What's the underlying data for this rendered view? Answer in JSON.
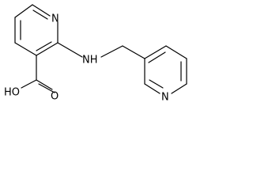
{
  "molecule": {
    "atoms": {
      "ring1_n": "N",
      "amine_nh": "NH",
      "carboxyl_oh": "HO",
      "carboxyl_o": "O",
      "ring2_n": "N"
    }
  }
}
